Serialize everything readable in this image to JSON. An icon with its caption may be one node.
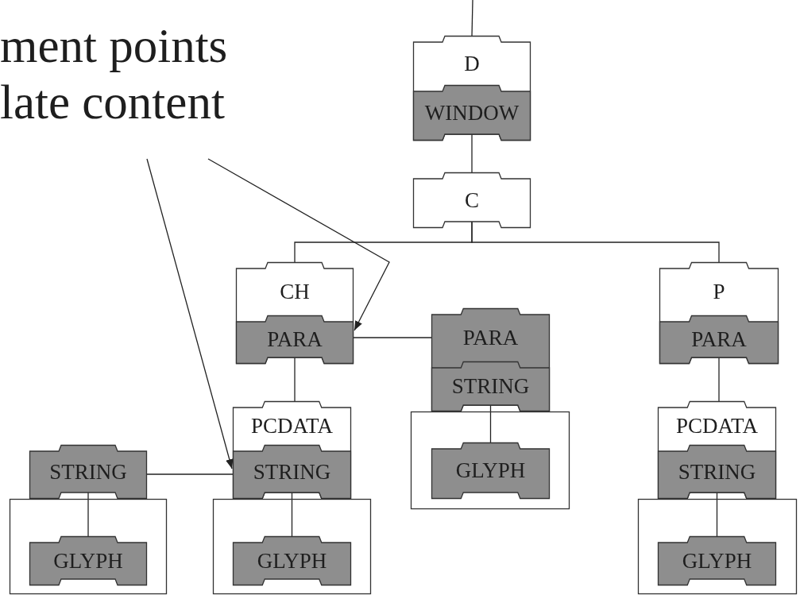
{
  "diagram": {
    "nodes": [
      {
        "text": [
          "ment points late content"
        ]
      },
      {
        "text": [
          "D"
        ]
      },
      {
        "text": [
          "WINDOW"
        ],
        "in": 1
      },
      {
        "text": [
          "C"
        ]
      },
      {
        "text": [
          "CH"
        ]
      },
      {
        "text": [
          "PARA"
        ],
        "in": 4
      },
      {
        "text": [
          "PARA"
        ]
      },
      {
        "text": [
          "STRING"
        ],
        "in": 6
      },
      {
        "text": [
          "P"
        ]
      },
      {
        "text": [
          "PARA"
        ],
        "in": 8
      },
      {
        "text": [
          "STRING"
        ]
      },
      {
        "text": [
          "PCDATA"
        ]
      },
      {
        "text": [
          "STRING"
        ],
        "in": 11
      },
      {
        "text": [],
        "shape": "box"
      },
      {
        "text": [
          "GLYPH"
        ],
        "in": 13
      },
      {
        "text": [],
        "shape": "box"
      },
      {
        "text": [
          "GLYPH"
        ],
        "in": 15
      },
      {
        "text": [
          "PCDATA"
        ]
      },
      {
        "text": [
          "STRING"
        ],
        "in": 17
      },
      {
        "text": [],
        "shape": "box"
      },
      {
        "text": [
          "GLYPH"
        ],
        "in": 19
      },
      {
        "text": [],
        "shape": "box"
      },
      {
        "text": [
          "GLYPH"
        ],
        "in": 21
      }
    ],
    "edges": [
      {
        "from": null,
        "to": 1,
        "arrow": "none"
      },
      {
        "from": 2,
        "to": 3,
        "arrow": "none"
      },
      {
        "from": 3,
        "to": 4,
        "arrow": "none"
      },
      {
        "from": 3,
        "to": 8,
        "arrow": "none"
      },
      {
        "from": 5,
        "to": 6,
        "arrow": "none"
      },
      {
        "from": 5,
        "to": 11,
        "arrow": "none"
      },
      {
        "from": 9,
        "to": 17,
        "arrow": "none"
      },
      {
        "from": 10,
        "to": 12,
        "arrow": "none"
      },
      {
        "from": 7,
        "to": 16,
        "arrow": "none"
      },
      {
        "from": 12,
        "to": 14,
        "arrow": "none"
      },
      {
        "from": 10,
        "to": 20,
        "arrow": "none"
      },
      {
        "from": 18,
        "to": 22,
        "arrow": "none"
      },
      {
        "from": 0,
        "to": 5,
        "arrow": "to"
      },
      {
        "from": 0,
        "to": 12,
        "arrow": "to"
      }
    ]
  }
}
